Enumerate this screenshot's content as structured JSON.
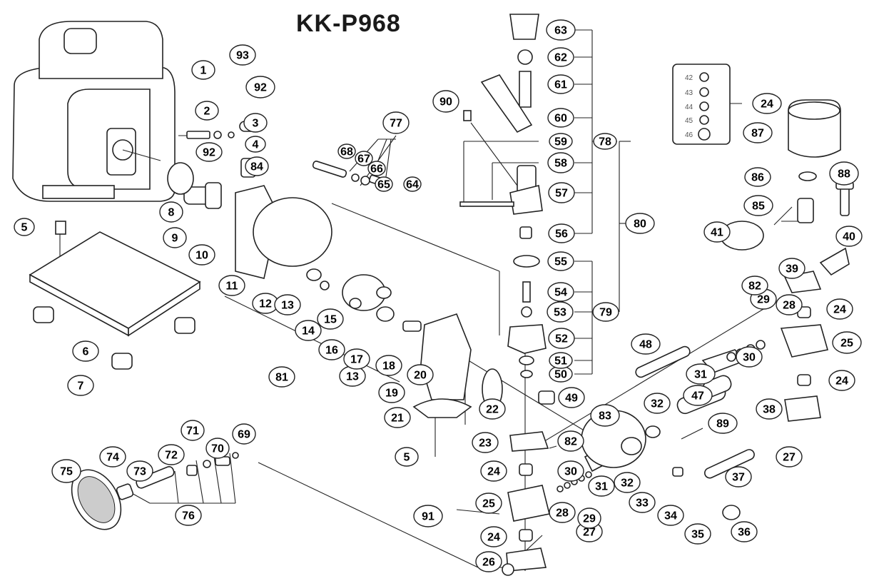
{
  "title": "KK-P968",
  "labels": {
    "p1": "1",
    "p2": "2",
    "p3": "3",
    "p4": "4",
    "p5a": "5",
    "p5b": "5",
    "p6": "6",
    "p7": "7",
    "p8": "8",
    "p9": "9",
    "p10": "10",
    "p11": "11",
    "p12": "12",
    "p13a": "13",
    "p13b": "13",
    "p14": "14",
    "p15": "15",
    "p16": "16",
    "p17": "17",
    "p18": "18",
    "p19": "19",
    "p20": "20",
    "p21": "21",
    "p22": "22",
    "p23": "23",
    "p24a": "24",
    "p24b": "24",
    "p24c": "24",
    "p24d": "24",
    "p24e": "24",
    "p25a": "25",
    "p25b": "25",
    "p26": "26",
    "p27a": "27",
    "p27b": "27",
    "p28a": "28",
    "p28b": "28",
    "p29a": "29",
    "p29b": "29",
    "p30a": "30",
    "p30b": "30",
    "p31a": "31",
    "p31b": "31",
    "p32a": "32",
    "p32b": "32",
    "p33": "33",
    "p34": "34",
    "p35": "35",
    "p36": "36",
    "p37": "37",
    "p38": "38",
    "p39": "39",
    "p40": "40",
    "p41": "41",
    "p47": "47",
    "p48": "48",
    "p49": "49",
    "p50": "50",
    "p51": "51",
    "p52": "52",
    "p53": "53",
    "p54": "54",
    "p55": "55",
    "p56": "56",
    "p57": "57",
    "p58": "58",
    "p59": "59",
    "p60": "60",
    "p61": "61",
    "p62": "62",
    "p63": "63",
    "p64": "64",
    "p65": "65",
    "p66": "66",
    "p67": "67",
    "p68": "68",
    "p69": "69",
    "p70": "70",
    "p71": "71",
    "p72": "72",
    "p73": "73",
    "p74": "74",
    "p75": "75",
    "p76": "76",
    "p77": "77",
    "p78": "78",
    "p79": "79",
    "p80": "80",
    "p81": "81",
    "p82a": "82",
    "p82b": "82",
    "p83": "83",
    "p84": "84",
    "p85": "85",
    "p86": "86",
    "p87": "87",
    "p88": "88",
    "p89": "89",
    "p90": "90",
    "p91": "91",
    "p92a": "92",
    "p92b": "92",
    "p93": "93",
    "i42": "42",
    "i43": "43",
    "i44": "44",
    "i45": "45",
    "i46": "46"
  }
}
